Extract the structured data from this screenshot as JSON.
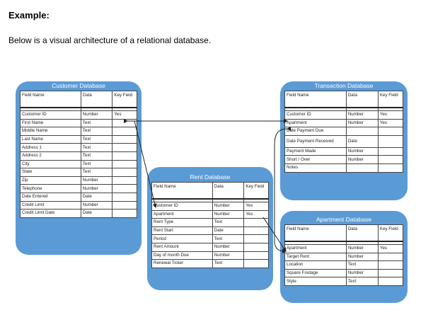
{
  "heading": "Example:",
  "intro": "Below is a visual architecture of a relational database.",
  "customer_db": {
    "title": "Customer Database",
    "headers": [
      "Field Name",
      "Data",
      "Key Field"
    ],
    "rows": [
      [
        "Customer ID",
        "Number",
        "Yes"
      ],
      [
        "First Name",
        "Text",
        ""
      ],
      [
        "Middle Name",
        "Text",
        ""
      ],
      [
        "Last Name",
        "Text",
        ""
      ],
      [
        "Address 1",
        "Text",
        ""
      ],
      [
        "Address 2",
        "Text",
        ""
      ],
      [
        "City",
        "Text",
        ""
      ],
      [
        "State",
        "Text",
        ""
      ],
      [
        "Zip",
        "Number",
        ""
      ],
      [
        "Telephone",
        "Number",
        ""
      ],
      [
        "Date Entered",
        "Date",
        ""
      ],
      [
        "Credit Limit",
        "Number",
        ""
      ],
      [
        "Credit Limit Date",
        "Date",
        ""
      ]
    ]
  },
  "transaction_db": {
    "title": "Transaction Database",
    "headers": [
      "Field Name",
      "Data",
      "Key Field"
    ],
    "rows": [
      [
        "Customer ID",
        "Number",
        "Yes"
      ],
      [
        "Apartment",
        "Number",
        "Yes"
      ],
      [
        "Date Payment Due",
        "",
        ""
      ],
      [
        "Date Payment Received",
        "Date",
        ""
      ],
      [
        "Payment Made",
        "Number",
        ""
      ],
      [
        "Short / Over",
        "Number",
        ""
      ],
      [
        "Notes",
        "",
        ""
      ]
    ]
  },
  "rent_db": {
    "title": "Rent Database",
    "headers": [
      "Field Name",
      "Data",
      "Key Field"
    ],
    "rows": [
      [
        "Customer ID",
        "Number",
        "Yes"
      ],
      [
        "Apartment",
        "Number",
        "Yes"
      ],
      [
        "Rent Type",
        "Text",
        ""
      ],
      [
        "Rent Start",
        "Date",
        ""
      ],
      [
        "Period",
        "Text",
        ""
      ],
      [
        "Rent Amount",
        "Number",
        ""
      ],
      [
        "Day of month Due",
        "Number",
        ""
      ],
      [
        "Renewal Ticker",
        "Text",
        ""
      ]
    ]
  },
  "apartment_db": {
    "title": "Apartment Database",
    "headers": [
      "Field Name",
      "Data",
      "Key Field"
    ],
    "rows": [
      [
        "Apartment",
        "Number",
        "Yes"
      ],
      [
        "Target Rent",
        "Number",
        ""
      ],
      [
        "Location",
        "Text",
        ""
      ],
      [
        "Square Footage",
        "Number",
        ""
      ],
      [
        "Style",
        "Text",
        ""
      ]
    ]
  }
}
